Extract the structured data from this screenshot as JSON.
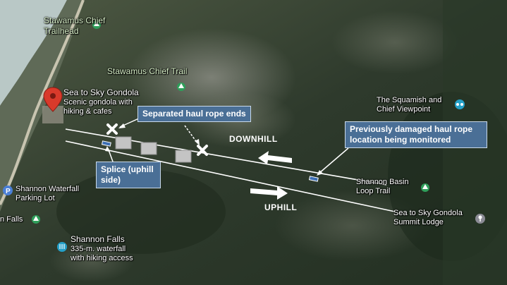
{
  "places": {
    "stawamus_trailhead": "Stawamus Chief Trailhead",
    "stawamus_trail": "Stawamus Chief Trail",
    "sea_to_sky_title": "Sea to Sky Gondola",
    "sea_to_sky_desc": "Scenic gondola with hiking & cafes",
    "squamish_viewpoint": "The Squamish and Chief Viewpoint",
    "shannon_lot": "Shannon Waterfall Parking Lot",
    "shannon_basin": "Shannon Basin Loop Trail",
    "summit_lodge": "Sea to Sky Gondola Summit Lodge",
    "falls_partial": "n Falls",
    "shannon_falls_title": "Shannon Falls",
    "shannon_falls_desc": "335-m. waterfall with hiking access"
  },
  "annotations": {
    "separated_ends": "Separated haul rope ends",
    "splice": "Splice (uphill side)",
    "damaged_location": "Previously damaged haul rope location being monitored",
    "downhill": "DOWNHILL",
    "uphill": "UPHILL"
  },
  "colors": {
    "callout_fill": "#4a6f96",
    "pin_red": "#d93a2b",
    "rope": "#ffffff"
  },
  "icons": [
    "location-pin-icon",
    "park-icon",
    "viewpoint-icon",
    "parking-icon",
    "waterfall-icon",
    "lodge-icon",
    "break-x-icon",
    "tower-icon",
    "splice-marker-icon"
  ]
}
